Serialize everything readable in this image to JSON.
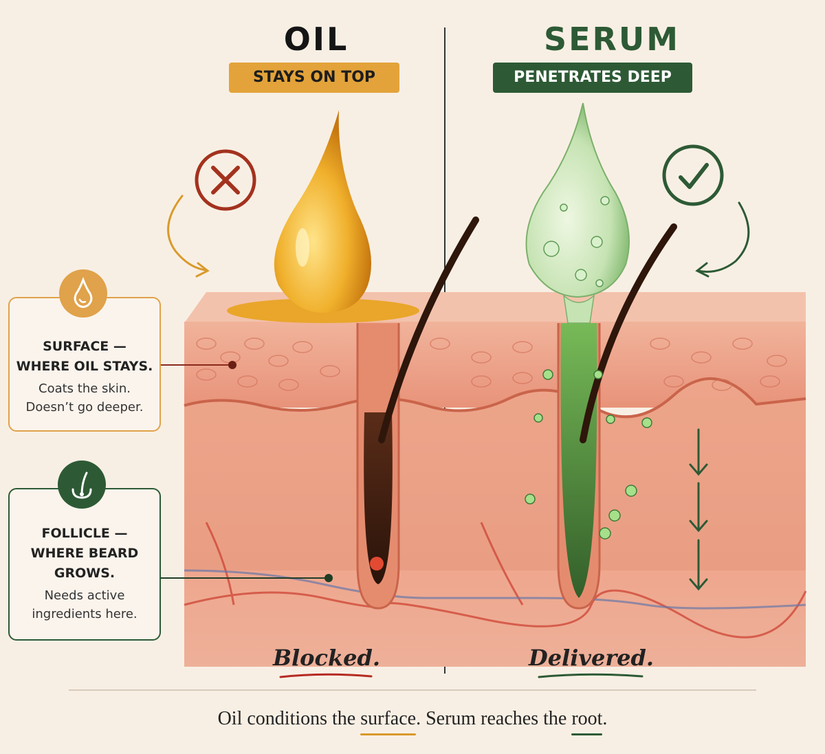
{
  "left": {
    "title": "OIL",
    "pill": "STAYS ON TOP",
    "verdict": "Blocked.",
    "status_icon": "x-circle-icon"
  },
  "right": {
    "title": "SERUM",
    "pill": "PENETRATES DEEP",
    "verdict": "Delivered.",
    "status_icon": "check-circle-icon"
  },
  "callouts": [
    {
      "icon": "drop-icon",
      "heading_1": "SURFACE —",
      "heading_2": "WHERE OIL STAYS.",
      "body_1": "Coats the skin.",
      "body_2": "Doesn’t go deeper."
    },
    {
      "icon": "hair-follicle-icon",
      "heading_1": "FOLLICLE —",
      "heading_2": "WHERE BEARD",
      "heading_3": "GROWS.",
      "body_1": "Needs active",
      "body_2": "ingredients here."
    }
  ],
  "footer": {
    "part1": "Oil conditions the ",
    "word1": "surface",
    "part2": ". Serum reaches the ",
    "word2": "root",
    "part3": "."
  },
  "colors": {
    "oil_gold": "#e3a33a",
    "serum_green": "#2d5a35",
    "x_red": "#a3321e",
    "background": "#f8efe4",
    "skin": "#ec9a7e"
  }
}
